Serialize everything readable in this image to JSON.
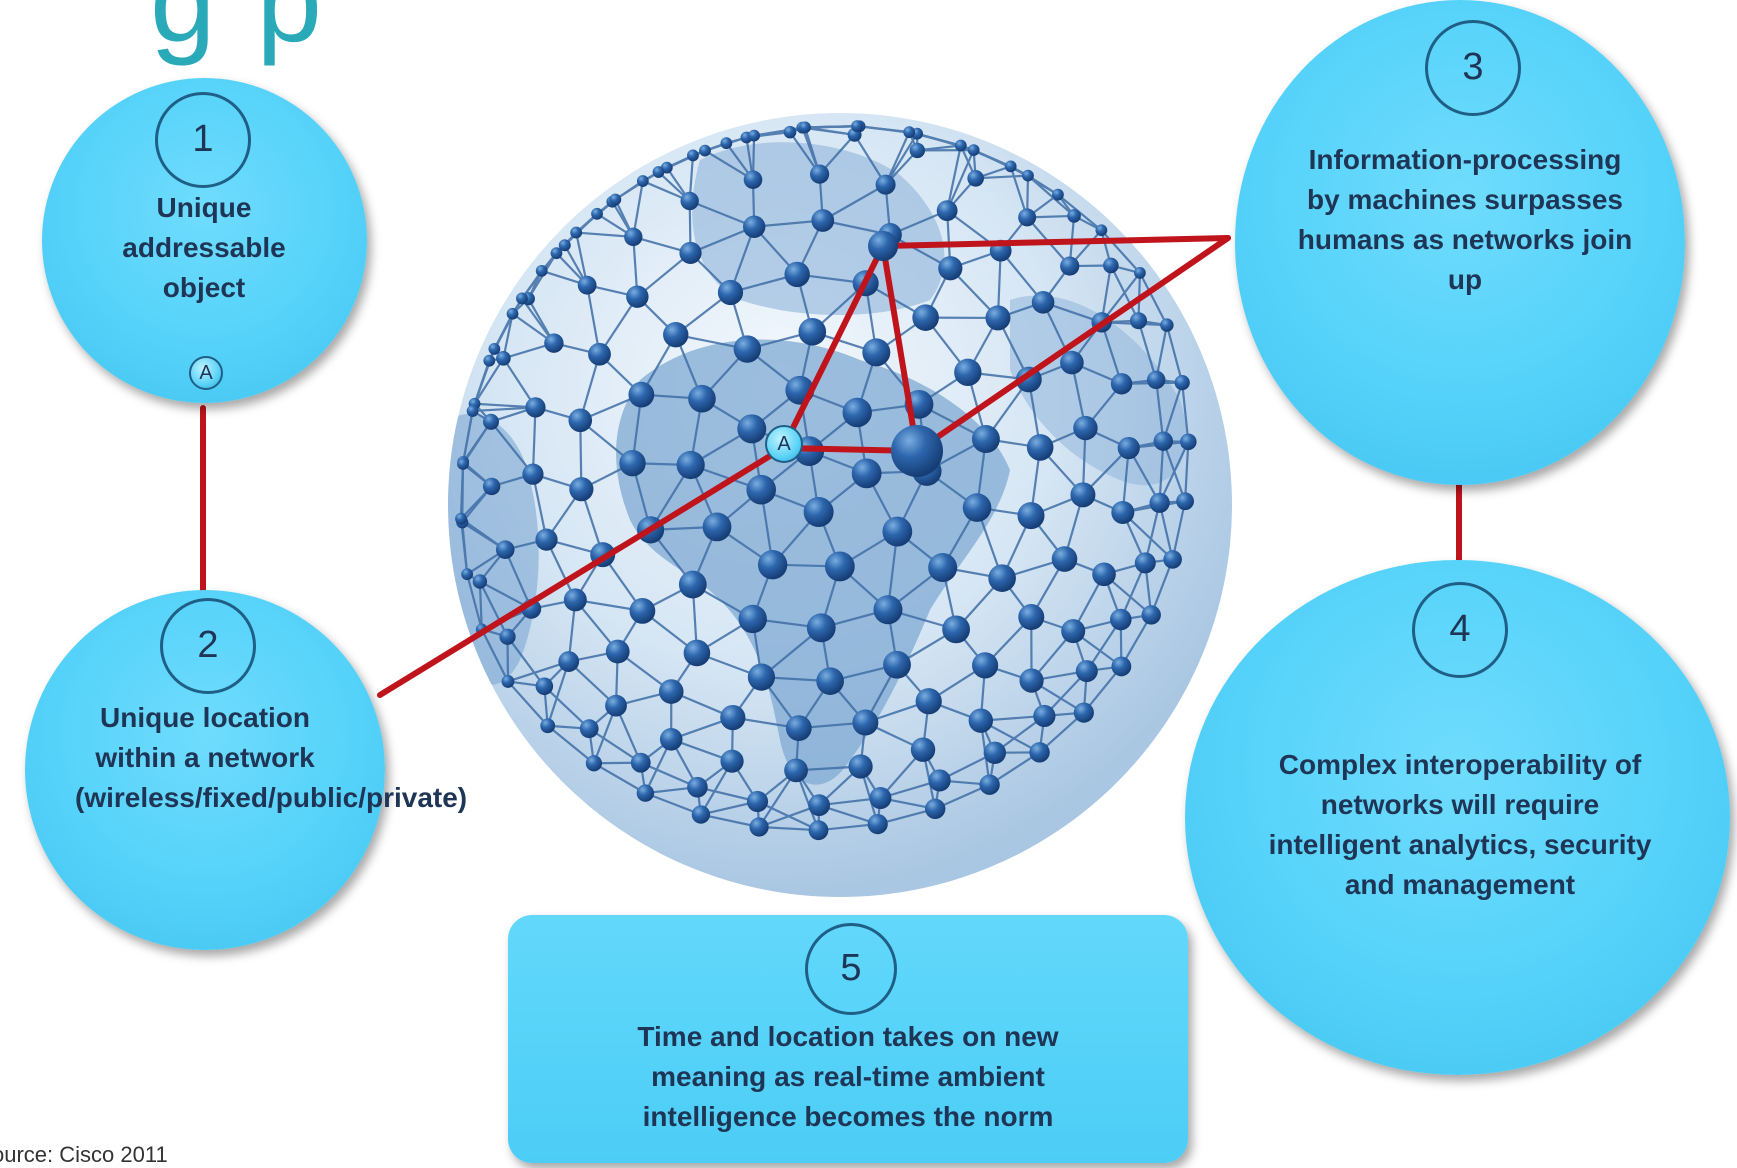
{
  "title_fragment": "g p",
  "source": "ource: Cisco 2011",
  "marker_label": "A",
  "steps": [
    {
      "number": "1",
      "text": "Unique addressable object"
    },
    {
      "number": "2",
      "text": "Unique location within a network (wireless/fixed/public/private)"
    },
    {
      "number": "3",
      "text": "Information-processing by machines surpasses humans as networks join up"
    },
    {
      "number": "4",
      "text": "Complex interoperability of networks will require intelligent analytics, security and management"
    },
    {
      "number": "5",
      "text": "Time and location takes on new meaning as real-time ambient intelligence becomes the norm"
    }
  ],
  "colors": {
    "bubble": "#55d2fa",
    "connector": "#c0141c",
    "text": "#1f3556",
    "globe_node": "#1f5aa0",
    "globe_line": "#3f6ea6",
    "title": "#2aa9b8"
  }
}
